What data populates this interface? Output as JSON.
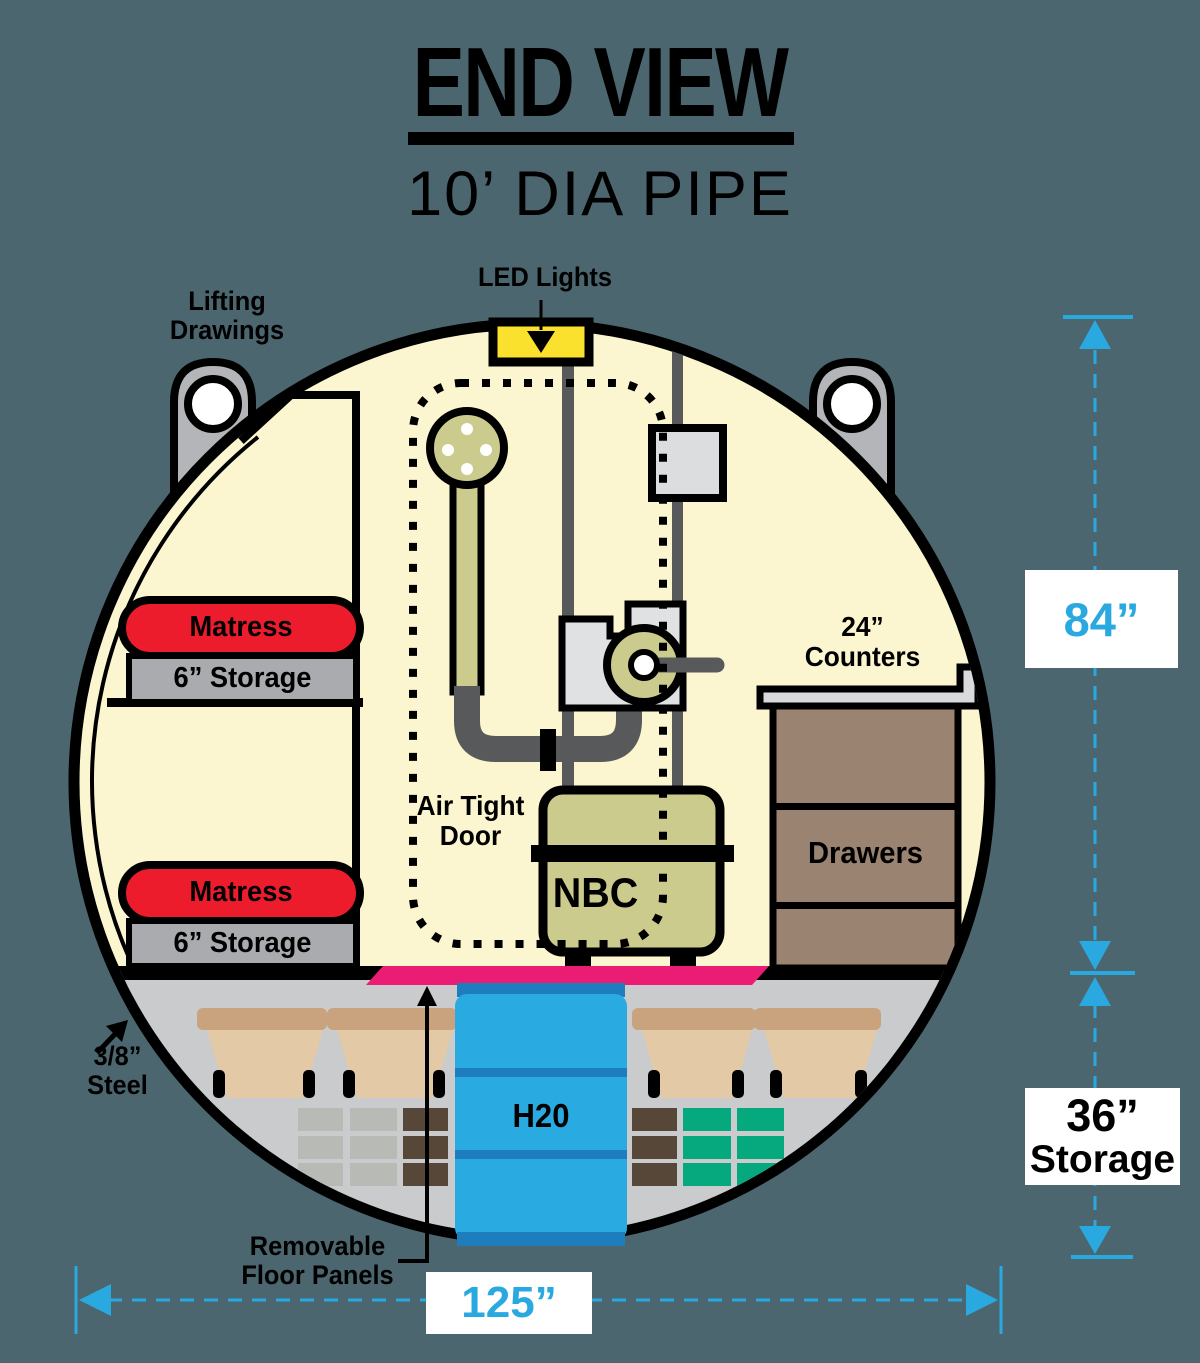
{
  "title": {
    "main": "END VIEW",
    "subtitle": "10’ DIA PIPE"
  },
  "labels": {
    "led_lights": "LED Lights",
    "lifting_drawings": "Lifting\nDrawings",
    "matress": "Matress",
    "storage_shelf": "6” Storage",
    "air_tight_door": "Air Tight\nDoor",
    "nbc": "NBC",
    "counters": "24”\nCounters",
    "drawers": "Drawers",
    "steel": "3/8”\nSteel",
    "removable_floor_panels": "Removable\nFloor Panels",
    "h2o": "H20"
  },
  "dimensions": {
    "interior_height": "84”",
    "storage_height": "36”",
    "storage_word": "Storage",
    "overall_width": "125”"
  },
  "colors": {
    "background": "#4b666f",
    "interior_cream": "#fbf6cf",
    "outline_black": "#000000",
    "dimension_blue": "#2aa9e0",
    "mattress_red": "#ec1c2d",
    "led_yellow": "#fae12e",
    "floor_pink": "#ea1c74",
    "equipment_olive": "#cccb8e",
    "water_blue": "#29aae1",
    "cabinet_brown": "#9b8372",
    "green_blocks": "#06a87d",
    "steel_gray": "#a9abae"
  }
}
